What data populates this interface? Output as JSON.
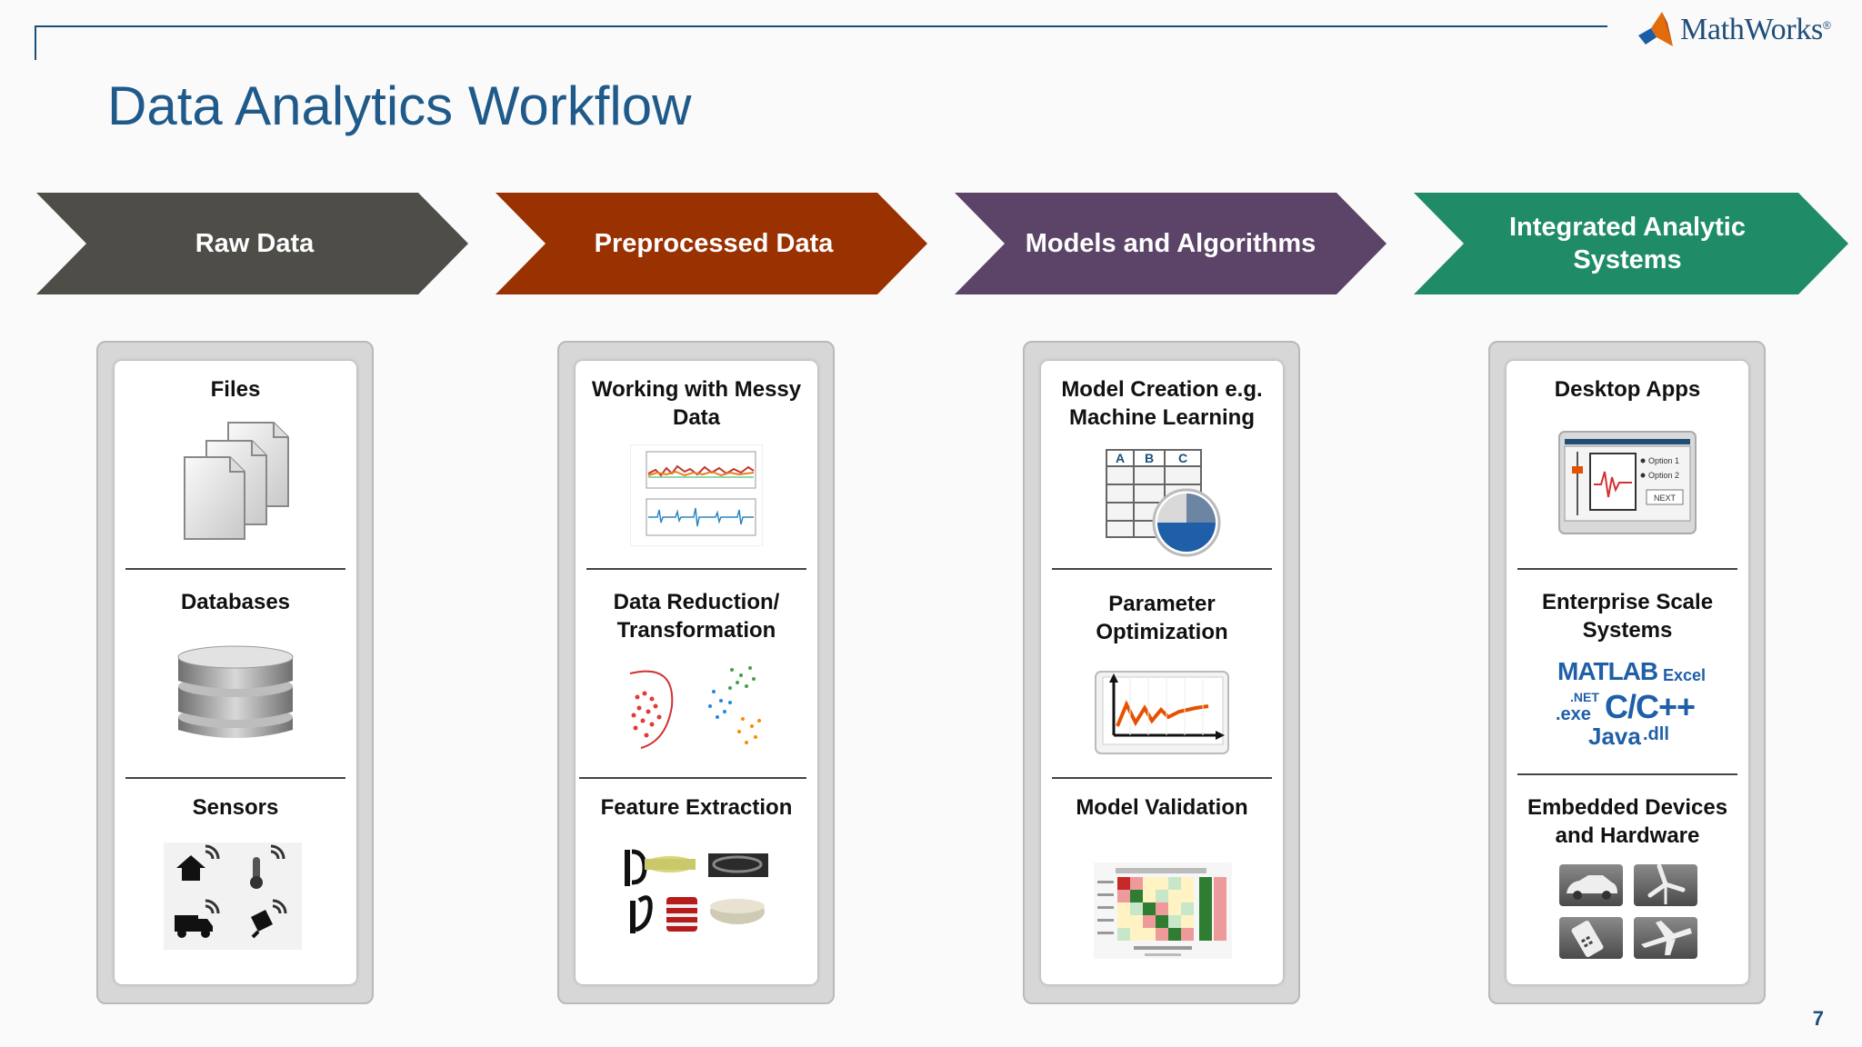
{
  "brand": {
    "name": "MathWorks",
    "registered": "®"
  },
  "slide": {
    "title": "Data Analytics Workflow",
    "page_number": "7"
  },
  "colors": {
    "raw": "#4e4d48",
    "pre": "#9a3100",
    "models": "#5b4467",
    "integrated": "#1f8c67",
    "title": "#1f5a8a"
  },
  "stages": [
    {
      "label": "Raw Data",
      "color": "#4e4d48"
    },
    {
      "label": "Preprocessed Data",
      "color": "#9a3100"
    },
    {
      "label": "Models and Algorithms",
      "color": "#5b4467"
    },
    {
      "label": "Integrated Analytic Systems",
      "color": "#1f8c67"
    }
  ],
  "columns": [
    {
      "sections": [
        {
          "label": "Files",
          "icon": "files-icon"
        },
        {
          "label": "Databases",
          "icon": "database-icon"
        },
        {
          "label": "Sensors",
          "icon": "sensors-icon"
        }
      ]
    },
    {
      "sections": [
        {
          "label": "Working with Messy Data",
          "icon": "time-series-plot-icon"
        },
        {
          "label": "Data Reduction/ Transformation",
          "icon": "scatter-clusters-icon"
        },
        {
          "label": "Feature Extraction",
          "icon": "objects-photo-icon"
        }
      ]
    },
    {
      "sections": [
        {
          "label": "Model Creation e.g. Machine Learning",
          "icon": "table-pie-icon"
        },
        {
          "label": "Parameter Optimization",
          "icon": "line-chart-icon"
        },
        {
          "label": "Model Validation",
          "icon": "confusion-matrix-icon"
        }
      ]
    },
    {
      "sections": [
        {
          "label": "Desktop Apps",
          "icon": "desktop-app-icon"
        },
        {
          "label": "Enterprise Scale Systems",
          "icon": "languages-icon"
        },
        {
          "label": "Embedded Devices and Hardware",
          "icon": "devices-icon"
        }
      ]
    }
  ],
  "desktop_app": {
    "option1": "Option 1",
    "option2": "Option 2",
    "next": "NEXT"
  },
  "table_icon": {
    "col_a": "A",
    "col_b": "B",
    "col_c": "C"
  },
  "languages": {
    "matlab": "MATLAB",
    "excel": "Excel",
    "net": ".NET",
    "cpp": "C/C++",
    "exe": ".exe",
    "java": "Java",
    "dll": ".dll"
  }
}
